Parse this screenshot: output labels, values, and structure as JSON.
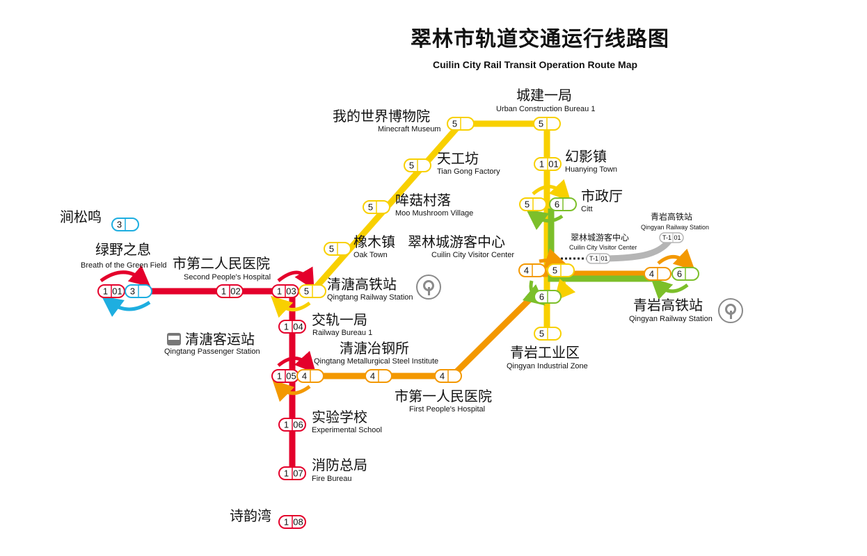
{
  "header": {
    "title": "翠林市轨道交通运行线路图",
    "subtitle": "Cuilin City Rail Transit Operation Route Map"
  },
  "colors": {
    "line1": "#e4002b",
    "line3": "#1eaee0",
    "line4": "#f39800",
    "line5": "#f8d000",
    "line6": "#7cbf2a",
    "lineT1": "#b5b5b5"
  },
  "badges": [
    {
      "line": "1",
      "code": "01",
      "color": "line1"
    },
    {
      "line": "3",
      "code": "",
      "color": "line3"
    },
    {
      "line": "1",
      "code": "02",
      "color": "line1"
    },
    {
      "line": "1",
      "code": "03",
      "color": "line1"
    },
    {
      "line": "5",
      "code": "",
      "color": "line5"
    },
    {
      "line": "1",
      "code": "04",
      "color": "line1"
    },
    {
      "line": "1",
      "code": "05",
      "color": "line1"
    },
    {
      "line": "4",
      "code": "",
      "color": "line4"
    },
    {
      "line": "1",
      "code": "06",
      "color": "line1"
    },
    {
      "line": "1",
      "code": "07",
      "color": "line1"
    },
    {
      "line": "1",
      "code": "08",
      "color": "line1"
    },
    {
      "line": "4",
      "code": "",
      "color": "line4"
    },
    {
      "line": "4",
      "code": "",
      "color": "line4"
    },
    {
      "line": "5",
      "code": "",
      "color": "line5"
    },
    {
      "line": "5",
      "code": "",
      "color": "line5"
    },
    {
      "line": "5",
      "code": "",
      "color": "line5"
    },
    {
      "line": "5",
      "code": "",
      "color": "line5"
    },
    {
      "line": "5",
      "code": "",
      "color": "line5"
    },
    {
      "line": "1",
      "code": "01",
      "color": "line5"
    },
    {
      "line": "5",
      "code": "",
      "color": "line5"
    },
    {
      "line": "6",
      "code": "",
      "color": "line6"
    },
    {
      "line": "4",
      "code": "",
      "color": "line4"
    },
    {
      "line": "5",
      "code": "",
      "color": "line5"
    },
    {
      "line": "6",
      "code": "",
      "color": "line6"
    },
    {
      "line": "5",
      "code": "",
      "color": "line5"
    },
    {
      "line": "4",
      "code": "",
      "color": "line4"
    },
    {
      "line": "6",
      "code": "",
      "color": "line6"
    },
    {
      "line": "3",
      "code": "",
      "color": "line3"
    },
    {
      "line": "T-1",
      "code": "01",
      "color": "lineT1"
    },
    {
      "line": "T-1",
      "code": "01",
      "color": "lineT1"
    }
  ],
  "stations": {
    "jiansongming": {
      "zh": "涧松鸣"
    },
    "breath": {
      "zh": "绿野之息",
      "en": "Breath of the Green Field"
    },
    "second_hospital": {
      "zh": "市第二人民医院",
      "en": "Second People's Hospital"
    },
    "qingtang_rail": {
      "zh": "清溏高铁站",
      "en": "Qingtang Railway Station"
    },
    "railway_bureau": {
      "zh": "交轨一局",
      "en": "Railway Bureau 1"
    },
    "qingtang_passenger": {
      "zh": "清溏客运站",
      "en": "Qingtang Passenger Station"
    },
    "steel": {
      "zh": "清溏冶钢所",
      "en": "Qingtang Metallurgical Steel Institute"
    },
    "first_hospital": {
      "zh": "市第一人民医院",
      "en": "First People's Hospital"
    },
    "school": {
      "zh": "实验学校",
      "en": "Experimental School"
    },
    "fire": {
      "zh": "消防总局",
      "en": "Fire Bureau"
    },
    "shiyunwan": {
      "zh": "诗韵湾"
    },
    "oak": {
      "zh": "橡木镇",
      "en": "Oak Town"
    },
    "visitor": {
      "zh": "翠林城游客中心",
      "en": "Cuilin City Visitor Center"
    },
    "moo": {
      "zh": "哞菇村落",
      "en": "Moo Mushroom Village"
    },
    "tiangong": {
      "zh": "天工坊",
      "en": "Tian Gong Factory"
    },
    "museum": {
      "zh": "我的世界博物院",
      "en": "Minecraft Museum"
    },
    "urban": {
      "zh": "城建一局",
      "en": "Urban Construction Bureau 1"
    },
    "huanying": {
      "zh": "幻影镇",
      "en": "Huanying Town"
    },
    "citt": {
      "zh": "市政厅",
      "en": "Citt"
    },
    "visitor_t1": {
      "zh": "翠林城游客中心",
      "en": "Cuilin City Visitor Center"
    },
    "qingyan_rail_t1": {
      "zh": "青岩高铁站",
      "en": "Qingyan Railway Station"
    },
    "qingyan_rail": {
      "zh": "青岩高铁站",
      "en": "Qingyan Railway Station"
    },
    "industrial": {
      "zh": "青岩工业区",
      "en": "Qingyan Industrial Zone"
    }
  }
}
